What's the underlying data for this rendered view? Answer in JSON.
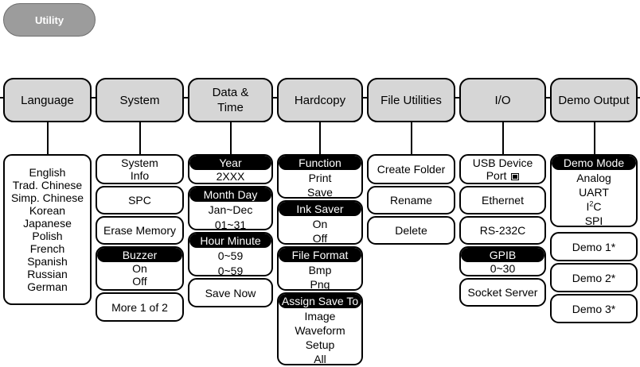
{
  "utility": "Utility",
  "menus": [
    {
      "label": "Language"
    },
    {
      "label": "System"
    },
    {
      "label": "Data &\nTime"
    },
    {
      "label": "Hardcopy"
    },
    {
      "label": "File Utilities"
    },
    {
      "label": "I/O"
    },
    {
      "label": "Demo Output"
    }
  ],
  "language": {
    "items": [
      "English",
      "Trad. Chinese",
      "Simp. Chinese",
      "Korean",
      "Japanese",
      "Polish",
      "French",
      "Spanish",
      "Russian",
      "German"
    ]
  },
  "system": {
    "system_info": [
      "System",
      "Info"
    ],
    "spc": "SPC",
    "erase_memory": "Erase Memory",
    "buzzer": {
      "title": "Buzzer",
      "items": [
        "On",
        "Off"
      ]
    },
    "more": "More 1 of 2"
  },
  "datetime": {
    "year": {
      "title": "Year",
      "value": "2XXX"
    },
    "month_day": {
      "title": "Month Day",
      "items": [
        "Jan~Dec",
        "01~31"
      ]
    },
    "hour_minute": {
      "title": "Hour Minute",
      "items": [
        "0~59",
        "0~59"
      ]
    },
    "save_now": "Save Now"
  },
  "hardcopy": {
    "function": {
      "title": "Function",
      "items": [
        "Print",
        "Save"
      ]
    },
    "ink_saver": {
      "title": "Ink Saver",
      "items": [
        "On",
        "Off"
      ]
    },
    "file_format": {
      "title": "File Format",
      "items": [
        "Bmp",
        "Png"
      ]
    },
    "assign_save_to": {
      "title": "Assign Save To",
      "items": [
        "Image",
        "Waveform",
        "Setup",
        "All"
      ]
    }
  },
  "file_utilities": {
    "create_folder": "Create Folder",
    "rename": "Rename",
    "delete": "Delete"
  },
  "io": {
    "usb_device": [
      "USB Device",
      "Port"
    ],
    "usb_icon": "usb-port-icon",
    "ethernet": "Ethernet",
    "rs232c": "RS-232C",
    "gpib": {
      "title": "GPIB",
      "value": "0~30"
    },
    "socket_server": "Socket Server"
  },
  "demo_output": {
    "demo_mode": {
      "title": "Demo Mode",
      "items": [
        "Analog",
        "UART"
      ],
      "i2c": {
        "base": "I",
        "sup": "2",
        "rest": "C"
      },
      "spi": "SPI"
    },
    "demo1": "Demo 1*",
    "demo2": "Demo 2*",
    "demo3": "Demo 3*"
  }
}
